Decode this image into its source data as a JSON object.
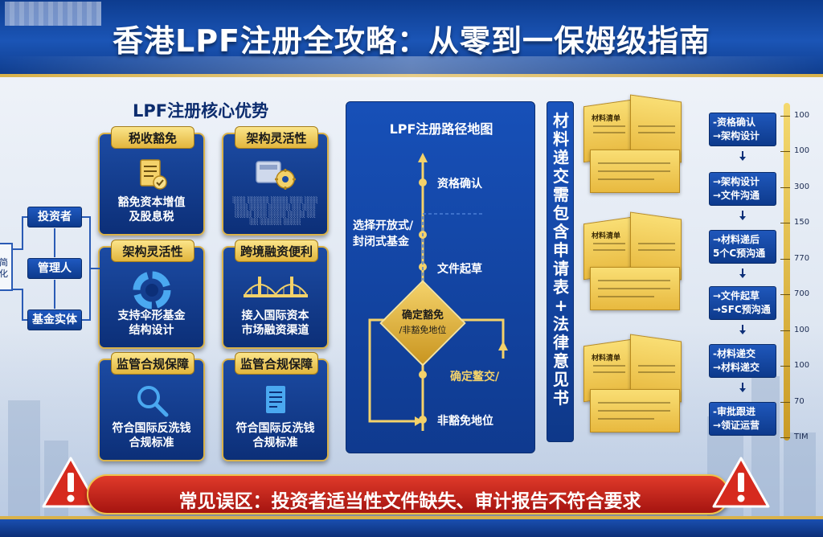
{
  "header": {
    "title": "香港LPF注册全攻略：从零到一保姆级指南"
  },
  "left": {
    "section_title": "LPF注册核心优势",
    "cards": [
      {
        "tag": "税收豁免",
        "text_line1": "豁免资本增值",
        "text_line2": "及股息税",
        "icon": "tax-document-icon"
      },
      {
        "tag": "架构灵活性",
        "text_line1": "",
        "text_line2": "",
        "icon": "structure-cog-icon"
      },
      {
        "tag": "架构灵活性",
        "text_line1": "支持伞形基金",
        "text_line2": "结构设计",
        "icon": "umbrella-ring-icon"
      },
      {
        "tag": "跨境融资便利",
        "text_line1": "接入国际资本",
        "text_line2": "市场融资渠道",
        "icon": "bridge-icon"
      },
      {
        "tag": "监管合规保障",
        "text_line1": "符合国际反洗钱",
        "text_line2": "合规标准",
        "icon": "magnifier-icon"
      },
      {
        "tag": "监管合规保障",
        "text_line1": "符合国际反洗钱",
        "text_line2": "合规标准",
        "icon": "compliance-document-icon"
      }
    ],
    "nodes": [
      "投资者",
      "管理人",
      "基金实体"
    ],
    "stub_text": "简\n化"
  },
  "middle": {
    "title": "LPF注册路径地图",
    "labels": {
      "qualification": "资格确认",
      "fund_type_line1": "选择开放式/",
      "fund_type_line2": "封闭式基金",
      "drafting": "文件起草",
      "decision_main": "确定豁免",
      "decision_sub": "/非豁免地位",
      "confirm_submit": "确定鳌交/",
      "non_exempt": "非豁免地位"
    }
  },
  "materials": {
    "banner": [
      "材",
      "料",
      "递",
      "交",
      "需",
      "包",
      "含",
      "申",
      "请",
      "表",
      "+",
      "法",
      "律",
      "意",
      "见",
      "书"
    ],
    "doc_titles": [
      "材料清单",
      "材料清单",
      "材料清单"
    ]
  },
  "steps": [
    {
      "line1": "-资格确认",
      "line2": "→架构设计"
    },
    {
      "line1": "→架构设计",
      "line2": "→文件沟通"
    },
    {
      "line1": "→材料递后",
      "line2": "5个C预沟通"
    },
    {
      "line1": "→文件起草",
      "line2": "→SFC预沟通"
    },
    {
      "line1": "-材料递交",
      "line2": "→材料递交"
    },
    {
      "line1": "-审批跟进",
      "line2": "→领证运营"
    }
  ],
  "ruler_ticks": [
    "100",
    "100",
    "300",
    "150",
    "770",
    "700",
    "100",
    "100",
    "70",
    "TIM"
  ],
  "warning": {
    "text": "常见误区：投资者适当性文件缺失、审计报告不符合要求"
  },
  "colors": {
    "primary_blue": "#0d3c8f",
    "gold": "#d9b24a",
    "warning_red": "#c8261c"
  }
}
